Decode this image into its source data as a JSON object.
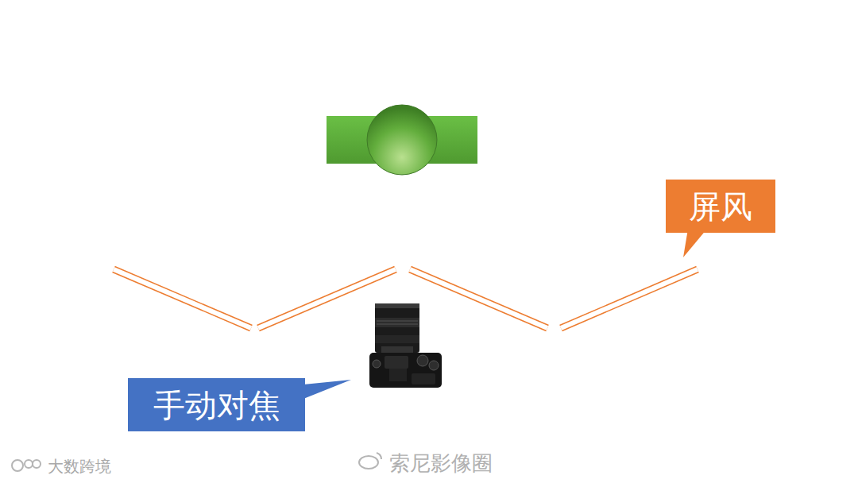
{
  "diagram": {
    "nodes": [
      {
        "text": [
          "屏风"
        ]
      },
      {
        "text": [
          "手动对焦"
        ]
      }
    ],
    "labels": [
      "大数跨境",
      "索尼影像圈"
    ]
  }
}
